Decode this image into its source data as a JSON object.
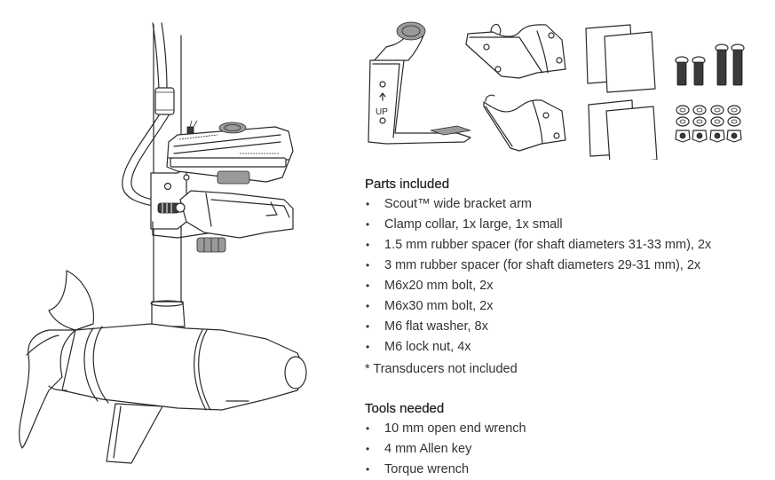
{
  "illustrations": {
    "motor_assembly": "trolling-motor-with-transducer-mounted-on-shaft",
    "bracket_arm_label": "UP",
    "bracket_arm_arrow": "up-arrow",
    "parts": [
      "bracket-arm",
      "clamp-collar-large",
      "clamp-collar-small",
      "rubber-spacer-1.5mm",
      "rubber-spacer-3mm",
      "bolts",
      "washers",
      "lock-nuts"
    ]
  },
  "parts_included": {
    "title": "Parts included",
    "items": [
      {
        "label": "Scout™ wide bracket arm"
      },
      {
        "label": "Clamp collar, 1x large, 1x small"
      },
      {
        "label": "1.5 mm rubber spacer (for shaft diameters 31-33 mm), 2x"
      },
      {
        "label": "3 mm rubber spacer (for shaft diameters 29-31 mm), 2x"
      },
      {
        "label": "M6x20 mm bolt, 2x"
      },
      {
        "label": "M6x30 mm bolt, 2x"
      },
      {
        "label": "M6 flat washer, 8x"
      },
      {
        "label": "M6 lock nut, 4x"
      }
    ],
    "note": "* Transducers not included"
  },
  "tools_needed": {
    "title": "Tools needed",
    "items": [
      {
        "label": "10 mm open end wrench"
      },
      {
        "label": "4 mm Allen key"
      },
      {
        "label": "Torque wrench"
      }
    ]
  },
  "bullet_glyph": "•"
}
